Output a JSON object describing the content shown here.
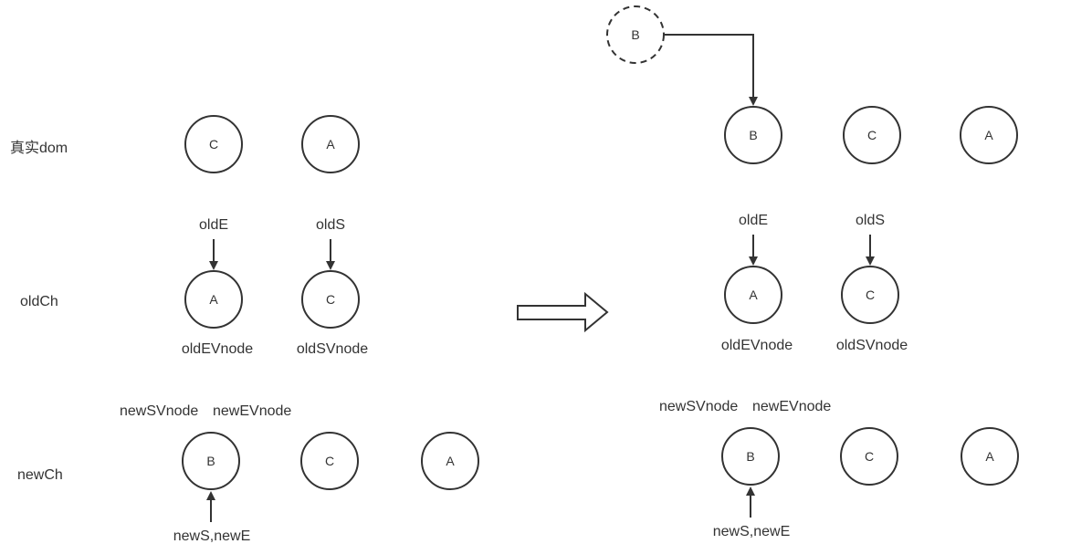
{
  "row_labels": {
    "real_dom": "真实dom",
    "old_ch": "oldCh",
    "new_ch": "newCh"
  },
  "left": {
    "real_dom": [
      "C",
      "A"
    ],
    "old_ch": [
      "A",
      "C"
    ],
    "new_ch": [
      "B",
      "C",
      "A"
    ],
    "old_e": "oldE",
    "old_s": "oldS",
    "old_e_vnode": "oldEVnode",
    "old_s_vnode": "oldSVnode",
    "new_s_vnode": "newSVnode",
    "new_e_vnode": "newEVnode",
    "new_pointer": "newS,newE"
  },
  "right": {
    "moved_node": "B",
    "real_dom": [
      "B",
      "C",
      "A"
    ],
    "old_ch": [
      "A",
      "C"
    ],
    "new_ch": [
      "B",
      "C",
      "A"
    ],
    "old_e": "oldE",
    "old_s": "oldS",
    "old_e_vnode": "oldEVnode",
    "old_s_vnode": "oldSVnode",
    "new_s_vnode": "newSVnode",
    "new_e_vnode": "newEVnode",
    "new_pointer": "newS,newE"
  }
}
